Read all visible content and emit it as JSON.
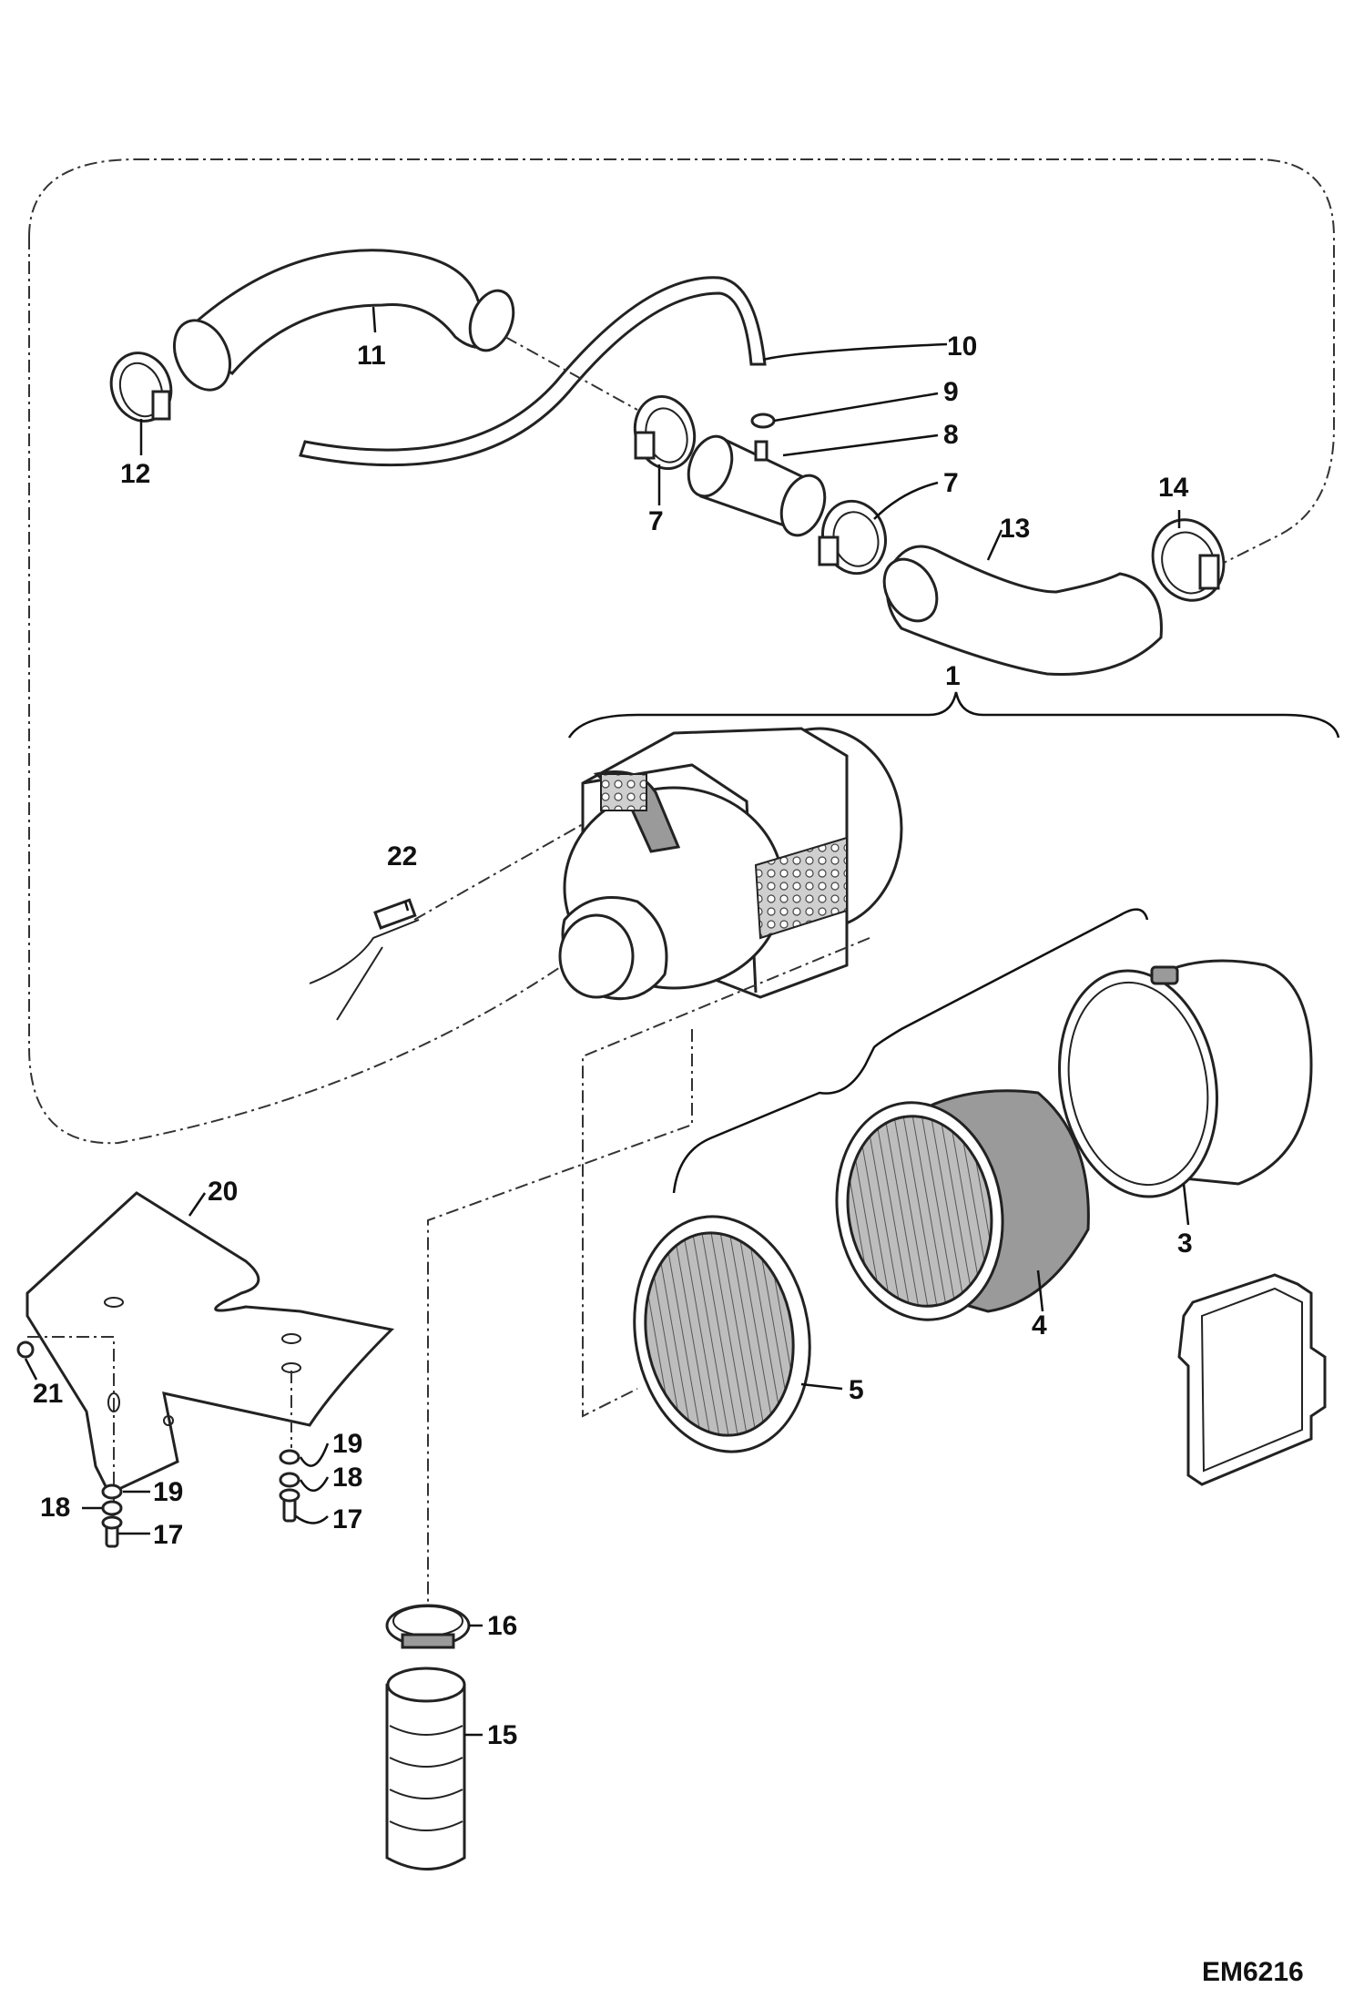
{
  "figure_code": "EM6216",
  "callouts": {
    "c1": "1",
    "c3": "3",
    "c4": "4",
    "c5": "5",
    "c7a": "7",
    "c7b": "7",
    "c8": "8",
    "c9": "9",
    "c10": "10",
    "c11": "11",
    "c12": "12",
    "c13": "13",
    "c14": "14",
    "c15": "15",
    "c16": "16",
    "c17a": "17",
    "c17b": "17",
    "c18a": "18",
    "c18b": "18",
    "c19a": "19",
    "c19b": "19",
    "c20": "20",
    "c21": "21",
    "c22": "22"
  },
  "colors": {
    "line": "#222222",
    "fill": "#ffffff",
    "shade": "#9a9a9a"
  }
}
